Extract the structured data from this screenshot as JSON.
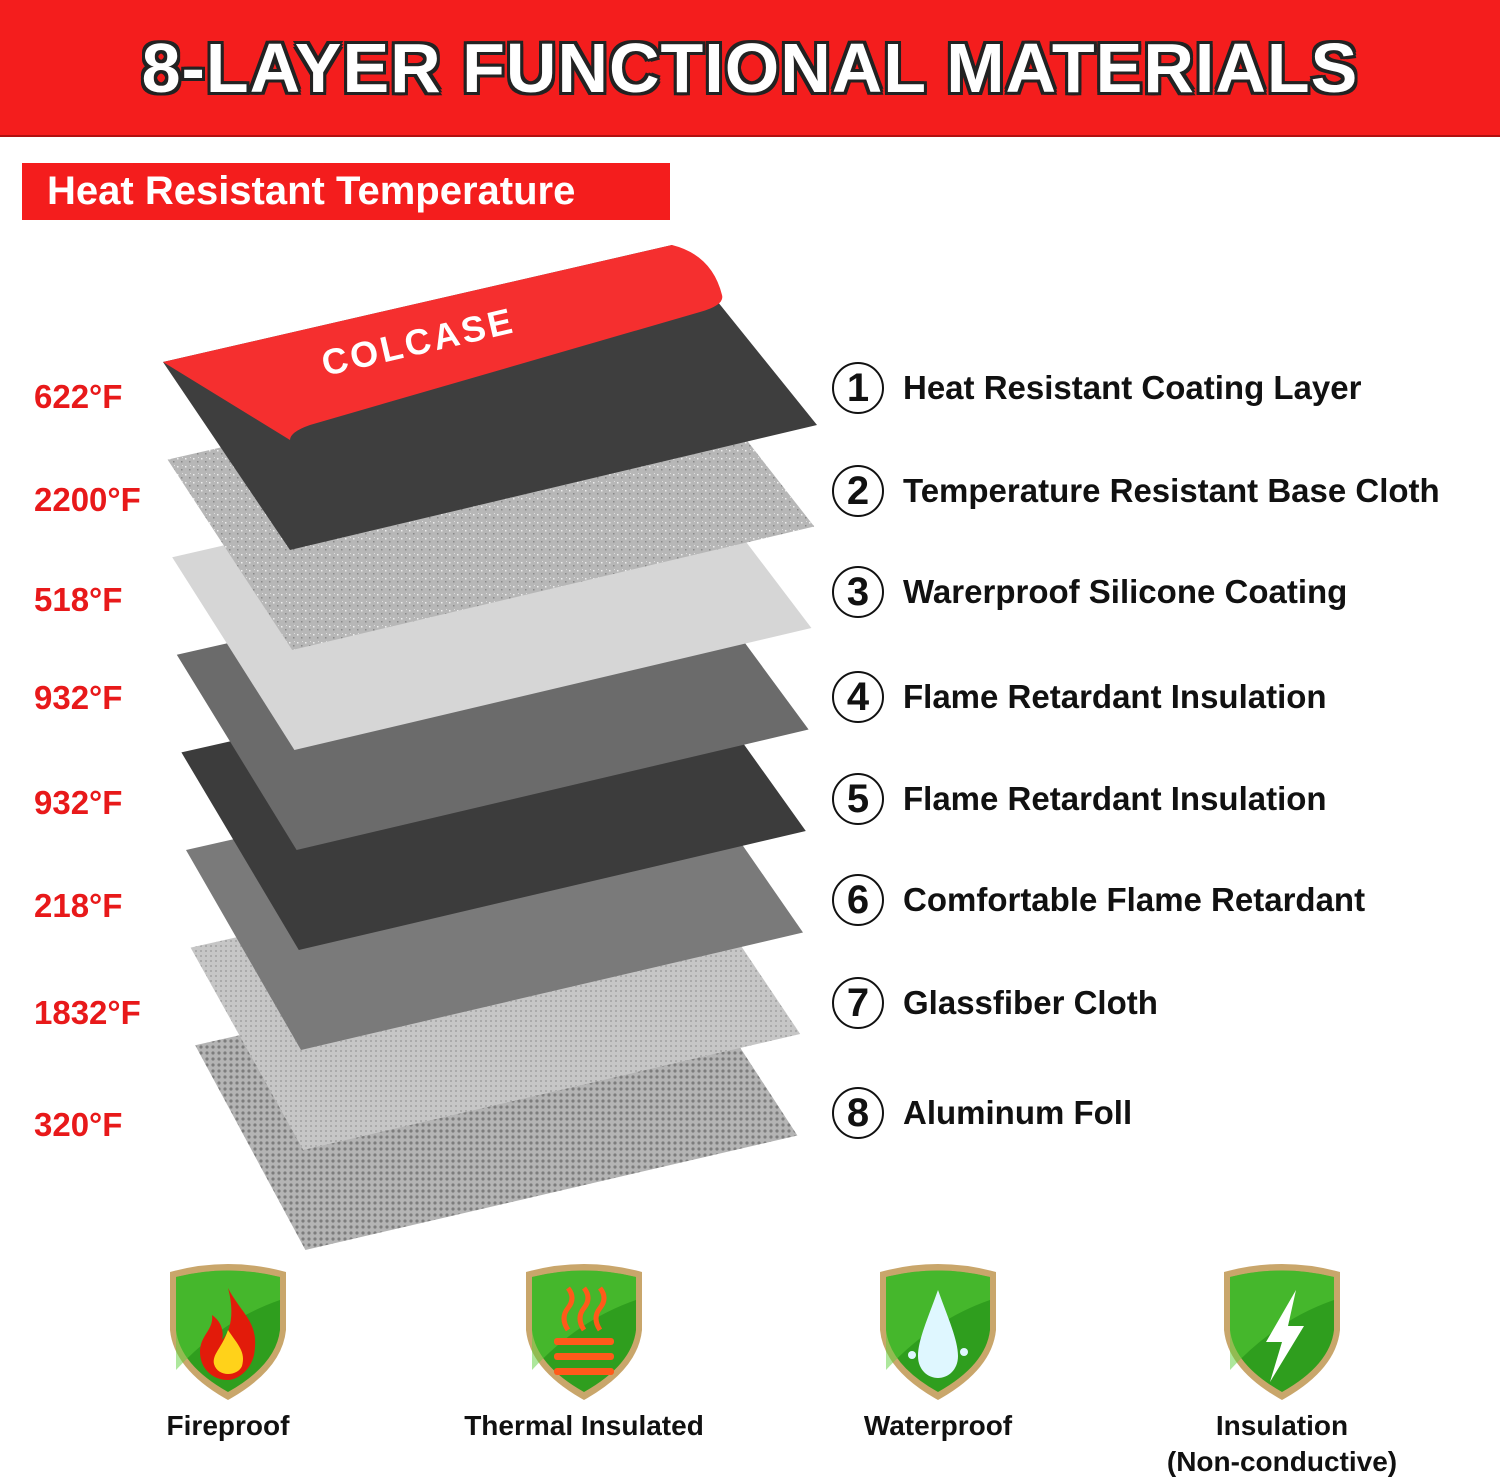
{
  "title": "8-LAYER FUNCTIONAL MATERIALS",
  "subtitle": "Heat Resistant Temperature",
  "brand_logo": "COLCASE",
  "layers": [
    {
      "number": "1",
      "name": "Heat Resistant Coating Layer",
      "temperature": "622°F",
      "color": "#3e3e3e"
    },
    {
      "number": "2",
      "name": "Temperature Resistant Base Cloth",
      "temperature": "2200°F",
      "color": "#b9b9b9"
    },
    {
      "number": "3",
      "name": "Warerproof Silicone Coating",
      "temperature": "518°F",
      "color": "#d6d6d6"
    },
    {
      "number": "4",
      "name": "Flame Retardant Insulation",
      "temperature": "932°F",
      "color": "#6b6b6b"
    },
    {
      "number": "5",
      "name": "Flame Retardant Insulation",
      "temperature": "932°F",
      "color": "#3c3c3c"
    },
    {
      "number": "6",
      "name": "Comfortable Flame Retardant",
      "temperature": "218°F",
      "color": "#7a7a7a"
    },
    {
      "number": "7",
      "name": "Glassfiber Cloth",
      "temperature": "1832°F",
      "color": "#c2c2c2"
    },
    {
      "number": "8",
      "name": "Aluminum Foll",
      "temperature": "320°F",
      "color": "#a9a9a9"
    }
  ],
  "features": [
    {
      "icon": "fire-icon",
      "label": "Fireproof",
      "sublabel": ""
    },
    {
      "icon": "heat-insulation-icon",
      "label": "Thermal Insulated",
      "sublabel": ""
    },
    {
      "icon": "water-drop-icon",
      "label": "Waterproof",
      "sublabel": ""
    },
    {
      "icon": "lightning-icon",
      "label": "Insulation",
      "sublabel": "(Non-conductive)"
    }
  ],
  "colors": {
    "accent": "#f41d1d",
    "temperature_text": "#e8191a",
    "shield_green": "#2f9e1e"
  }
}
